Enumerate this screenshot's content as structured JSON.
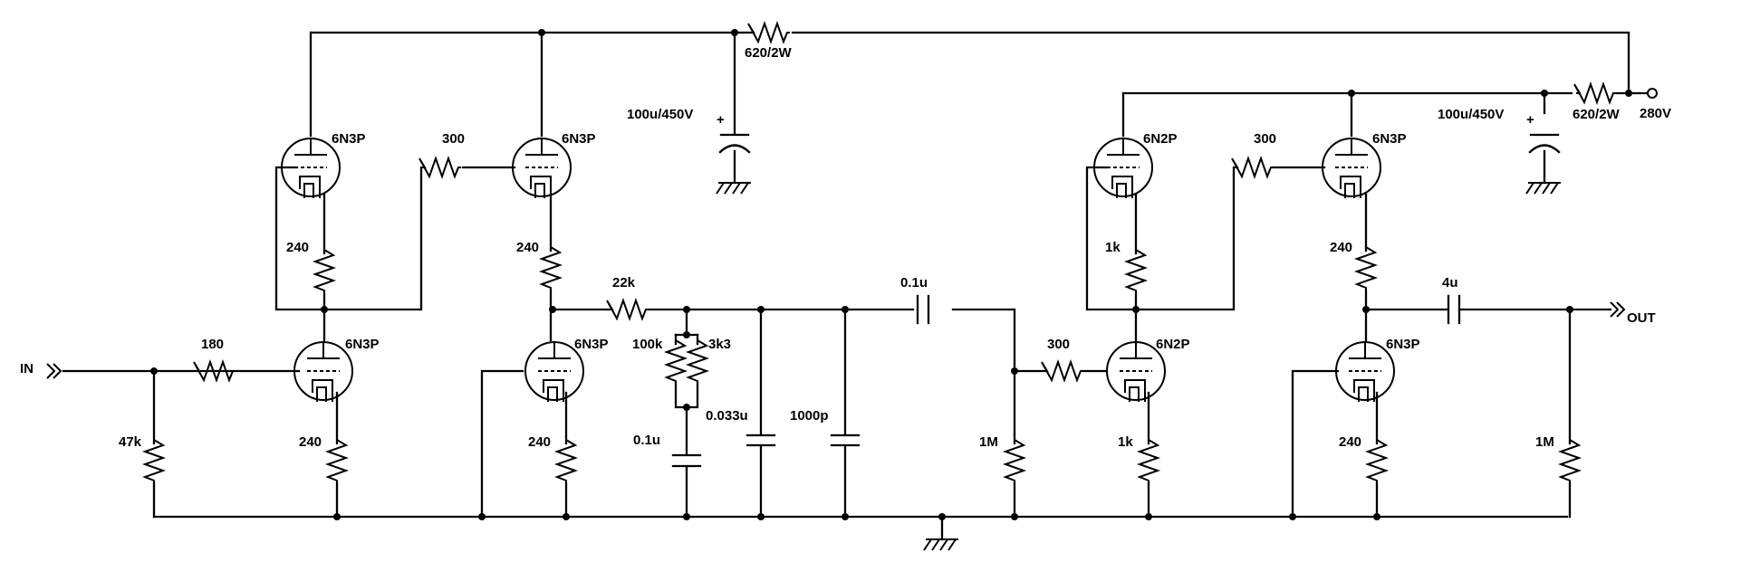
{
  "io": {
    "input": "IN",
    "output": "OUT",
    "supply": "280V"
  },
  "supply_left": {
    "cap": "100u/450V",
    "cap_polarity": "+",
    "resistor": "620/2W"
  },
  "supply_right": {
    "cap": "100u/450V",
    "cap_polarity": "+",
    "resistor": "620/2W"
  },
  "tubes": {
    "t1_top": "6N3P",
    "t1_bottom": "6N3P",
    "t2_top": "6N3P",
    "t2_bottom": "6N3P",
    "t3_top": "6N2P",
    "t3_bottom": "6N2P",
    "t4_top": "6N3P",
    "t4_bottom": "6N3P"
  },
  "resistors": {
    "r_input_shunt": "47k",
    "r_grid_input": "180",
    "r_t1_bottom_cathode": "240",
    "r_t1_top_cathode": "240",
    "r_link_1": "300",
    "r_t2_top_cathode": "240",
    "r_t2_bottom_cathode": "240",
    "r_series": "22k",
    "r_network_a": "100k",
    "r_network_b": "3k3",
    "r_grid_leak_3": "1M",
    "r_grid_3": "300",
    "r_t3_bottom_cathode": "1k",
    "r_t3_top_cathode": "1k",
    "r_link_2": "300",
    "r_t4_top_cathode": "240",
    "r_t4_bottom_cathode": "240",
    "r_output_load": "1M"
  },
  "capacitors": {
    "c_network": "0.1u",
    "c_filter_1": "0.033u",
    "c_filter_2": "1000p",
    "c_coupling": "0.1u",
    "c_output": "4u"
  }
}
